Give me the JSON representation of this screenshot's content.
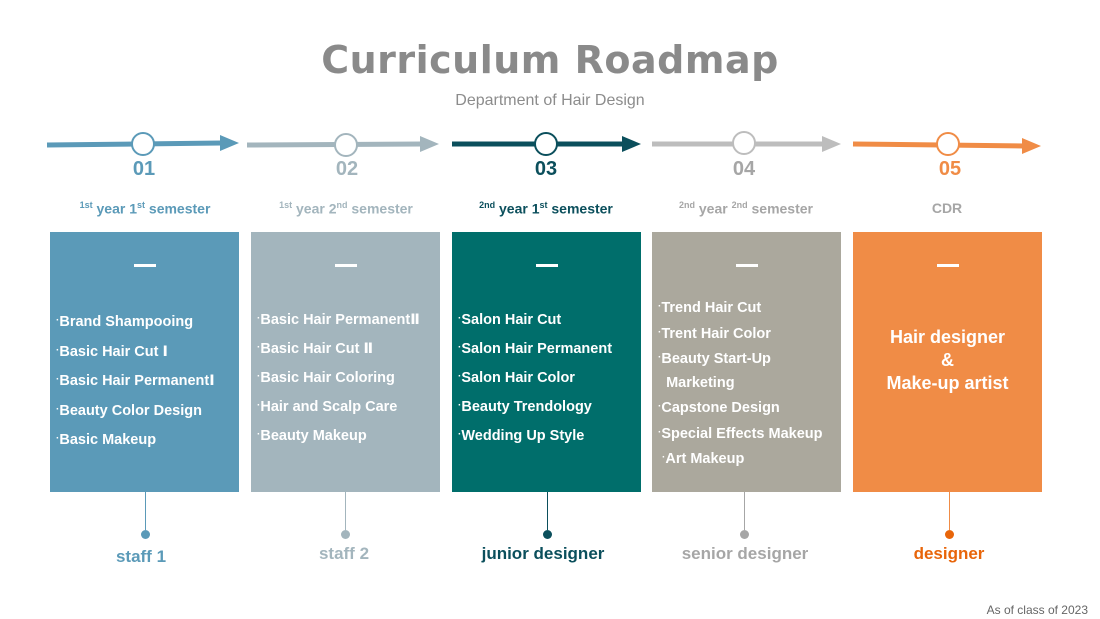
{
  "header": {
    "title": "Curriculum Roadmap",
    "subtitle": "Department of Hair Design"
  },
  "stages": [
    {
      "number": "01",
      "semester": {
        "p1": "1",
        "s1": "st",
        "p2": " year 1",
        "s2": "st",
        "p3": " semester"
      },
      "color": "#5b9ab8",
      "items": [
        "Brand Shampooing",
        "Basic Hair Cut Ⅰ",
        "Basic Hair PermanentⅠ",
        "Beauty Color Design",
        "Basic Makeup"
      ],
      "role": "staff 1"
    },
    {
      "number": "02",
      "semester": {
        "p1": "1",
        "s1": "st",
        "p2": " year 2",
        "s2": "nd",
        "p3": " semester"
      },
      "color": "#a3b5bd",
      "items": [
        "Basic Hair PermanentⅡ",
        "Basic Hair Cut Ⅱ",
        "Basic Hair Coloring",
        "Hair and Scalp Care",
        "Beauty Makeup"
      ],
      "role": "staff 2"
    },
    {
      "number": "03",
      "semester": {
        "p1": "",
        "s1": "2nd",
        "p2": " year 1",
        "s2": "st",
        "p3": " semester"
      },
      "color": "#006e6b",
      "text_color": "#0b4f5c",
      "items": [
        "Salon Hair Cut",
        "Salon Hair Permanent",
        "Salon Hair Color",
        "Beauty Trendology",
        "Wedding Up Style"
      ],
      "role": "junior designer"
    },
    {
      "number": "04",
      "semester": {
        "p1": "",
        "s1": "2nd",
        "p2": " year ",
        "s2": "2nd",
        "p3": " semester"
      },
      "color": "#aba89d",
      "items": [
        "Trend Hair Cut",
        "Trent Hair Color",
        "Beauty Start-Up",
        "Marketing",
        "Capstone Design",
        "Special Effects Makeup",
        "Art Makeup"
      ],
      "role": "senior designer"
    },
    {
      "number": "05",
      "semester_label": "CDR",
      "color": "#f08c46",
      "big_lines": [
        "Hair designer",
        "&",
        "Make-up artist"
      ],
      "role": "designer"
    }
  ],
  "footer": "As of class of 2023"
}
